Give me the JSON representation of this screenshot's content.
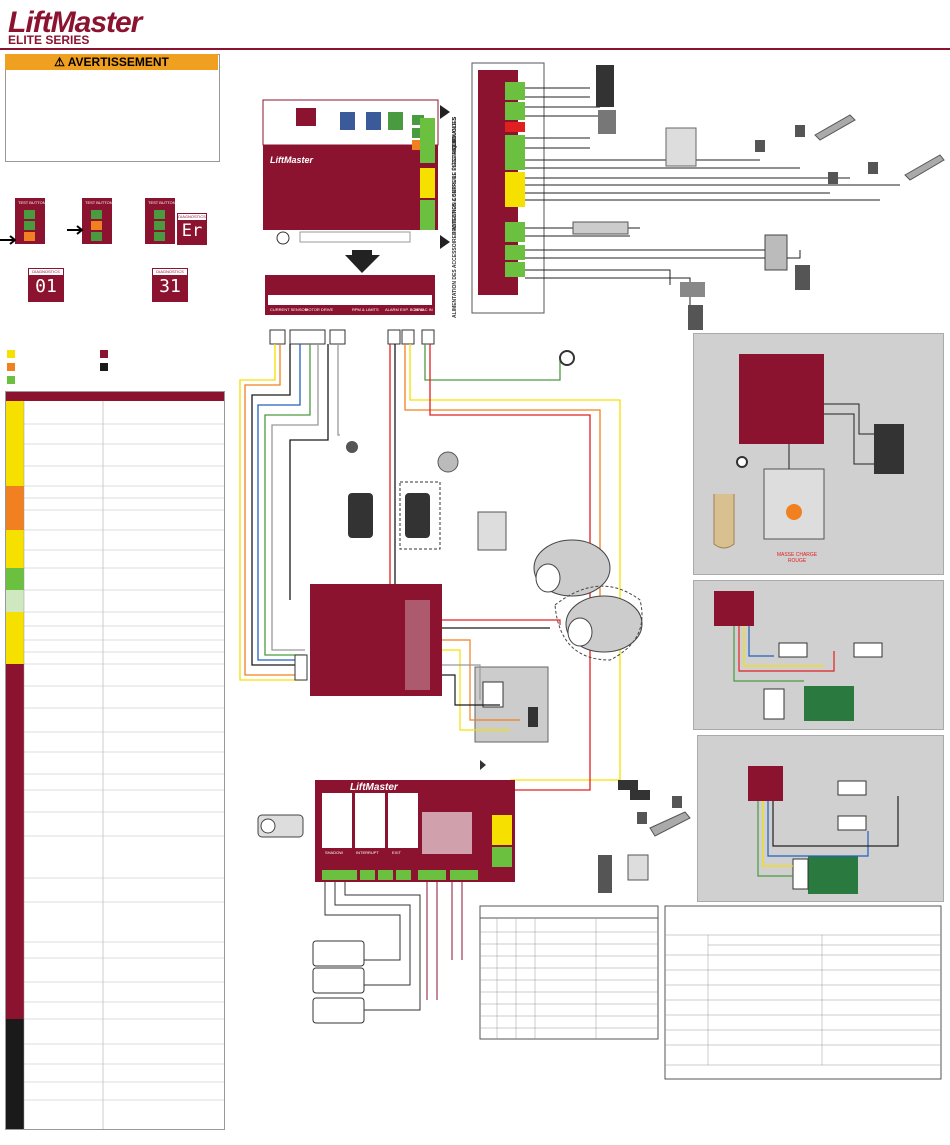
{
  "header": {
    "logo_main": "LiftMaster",
    "logo_sub": "ELITE SERIES"
  },
  "warning": {
    "title": "AVERTISSEMENT"
  },
  "test_buttons": {
    "labels": [
      "TEST BUTTONS",
      "TEST BUTTONS",
      "TEST BUTTONS"
    ],
    "diagnostics_label": "DIAGNOSTICS",
    "error_display": "Er",
    "code_left": "01",
    "code_right": "31"
  },
  "main_board": {
    "brand": "LiftMaster",
    "terminals": [
      "CURRENT SENSOR",
      "MOTOR DRIVE",
      "RPM & LIMITS",
      "ALARM",
      "EXP. BOARD",
      "24 VAC IN"
    ]
  },
  "side_labels": {
    "commandes": "COMMANDES",
    "protection": "PROTECTION CONTRE LE PIÉGEAGE BOUCLE S",
    "alimentation": "ALIMENTATION DES ACCESSOIRES ANTENNES & SERRURE ÉLECTRIQUE"
  },
  "expansion_board": {
    "brand": "LiftMaster",
    "labels": [
      "SHADOW",
      "INTERRUPT",
      "EXIT"
    ]
  },
  "wire_notes": {
    "battery_label": "MASSE CHARGE ROUGE"
  },
  "legend": {
    "colors": [
      "#f5e000",
      "#f08020",
      "#6cc040",
      "#8b1330",
      "#1a1a1a"
    ]
  }
}
